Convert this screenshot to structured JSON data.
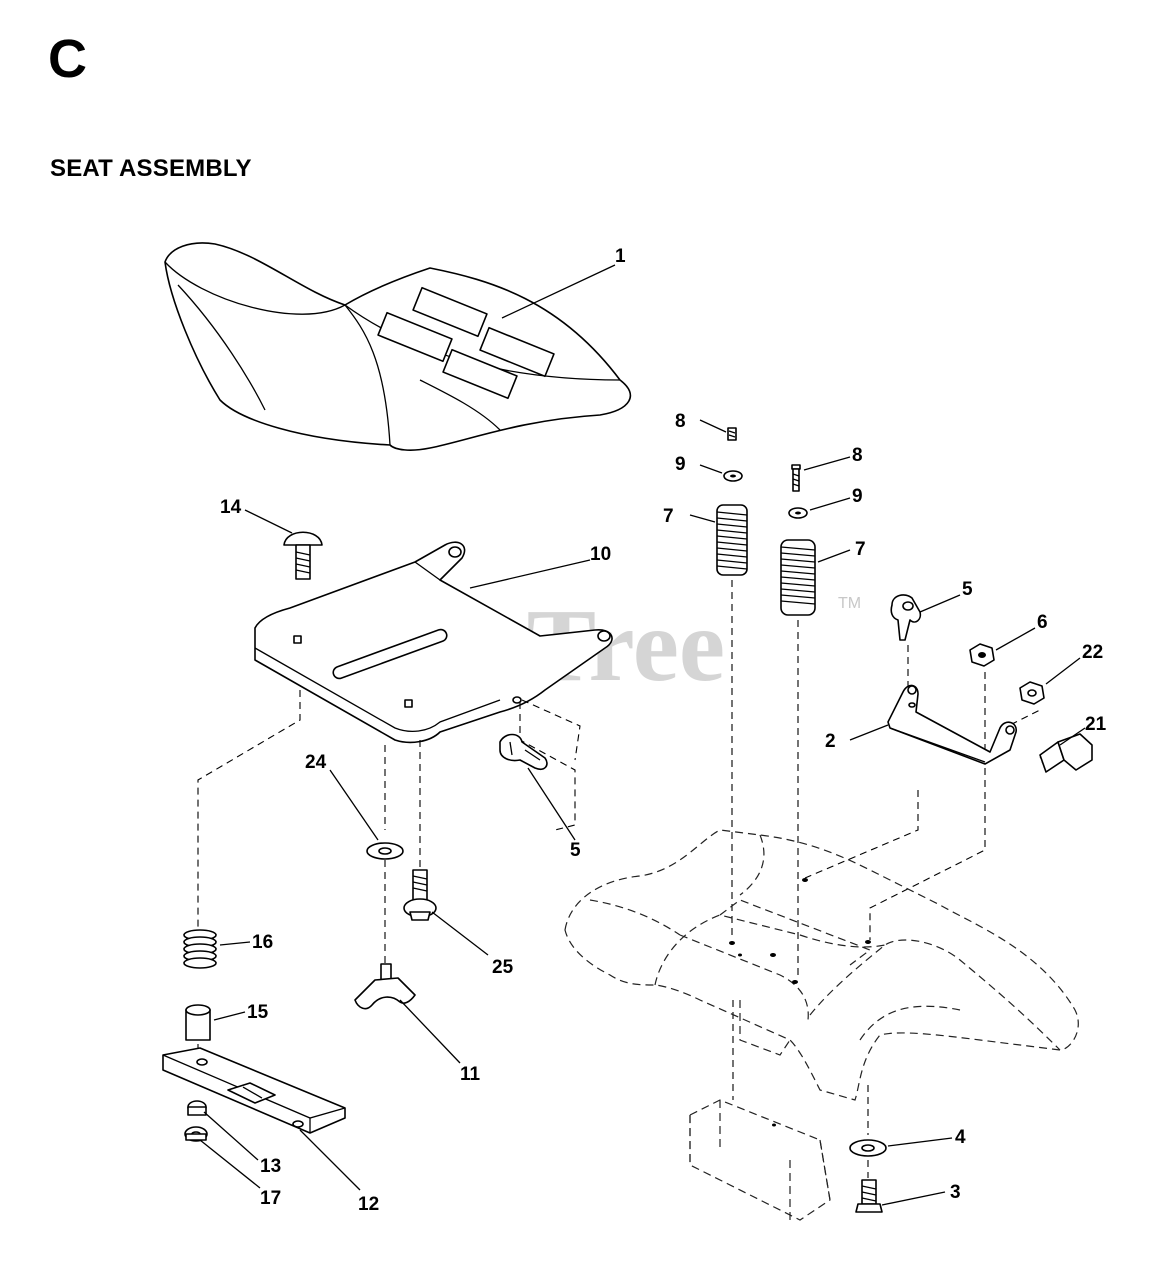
{
  "page": {
    "section_letter": "C",
    "title": "SEAT ASSEMBLY"
  },
  "watermark": {
    "text": "PartsTree",
    "trademark": "TM"
  },
  "callouts": {
    "c1": "1",
    "c2": "2",
    "c3": "3",
    "c4": "4",
    "c5a": "5",
    "c5b": "5",
    "c6": "6",
    "c7a": "7",
    "c7b": "7",
    "c8a": "8",
    "c8b": "8",
    "c9a": "9",
    "c9b": "9",
    "c10": "10",
    "c11": "11",
    "c12": "12",
    "c13": "13",
    "c14": "14",
    "c15": "15",
    "c16": "16",
    "c17": "17",
    "c21": "21",
    "c22": "22",
    "c24": "24",
    "c25": "25"
  }
}
